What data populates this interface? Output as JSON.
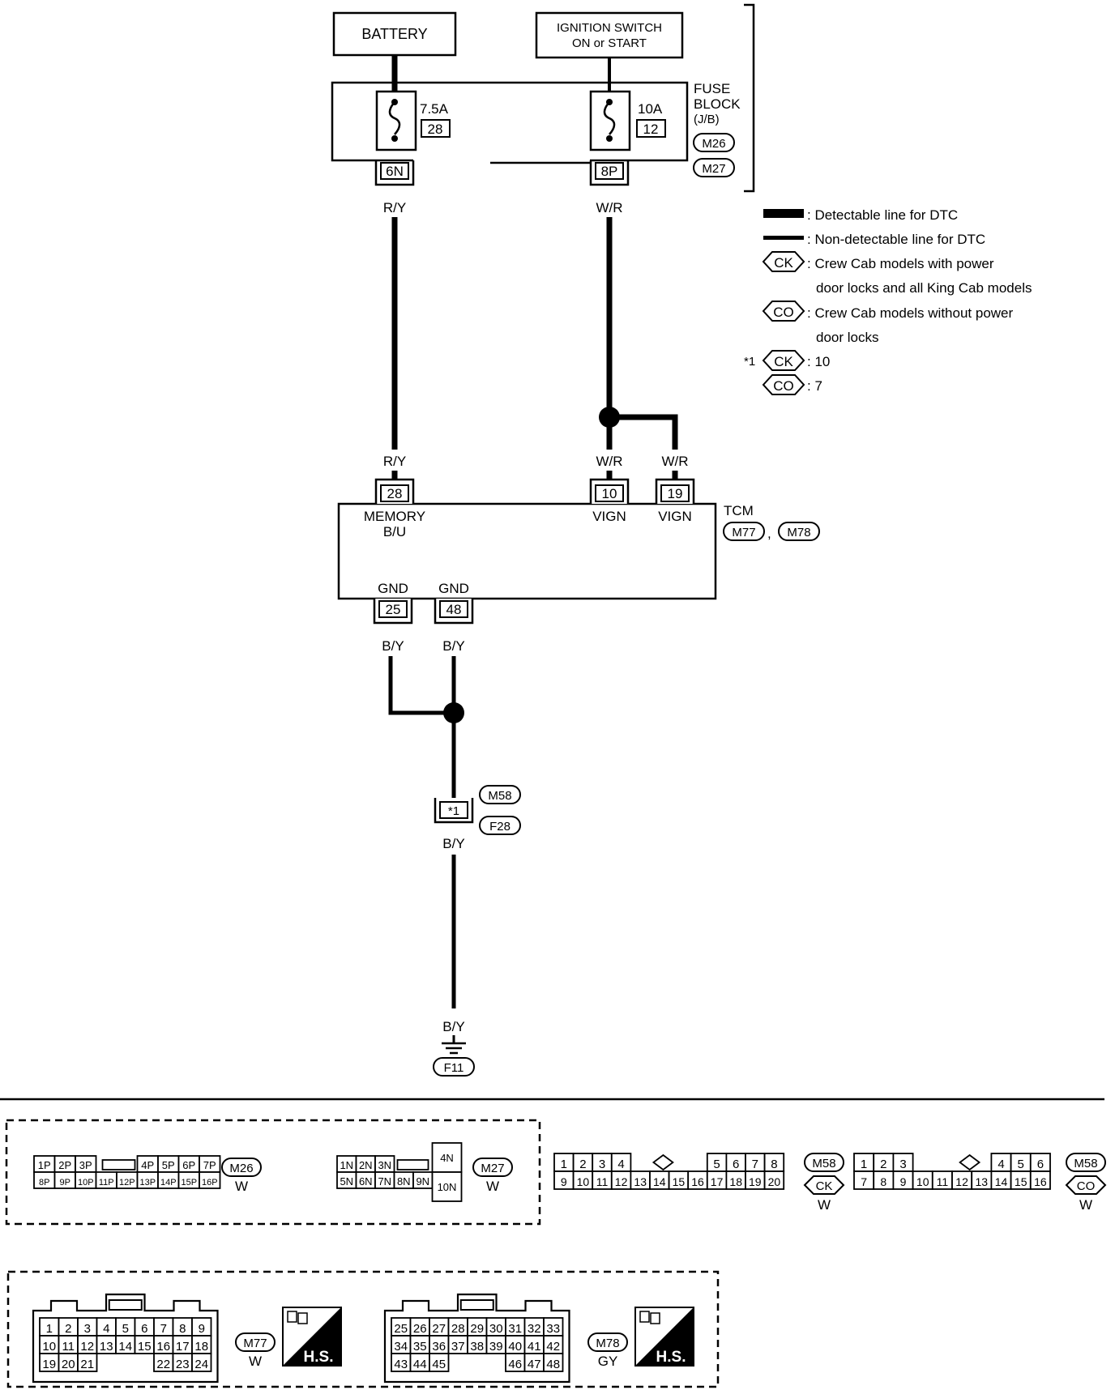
{
  "sources": {
    "battery": "BATTERY",
    "ignition_line1": "IGNITION SWITCH",
    "ignition_line2": "ON or START"
  },
  "fuse_block": {
    "label_line1": "FUSE",
    "label_line2": "BLOCK",
    "label_line3": "(J/B)",
    "connectors": [
      "M26",
      "M27"
    ],
    "fuse_left_rating": "7.5A",
    "fuse_left_number": "28",
    "fuse_right_rating": "10A",
    "fuse_right_number": "12",
    "terminal_left": "6N",
    "terminal_right": "8P"
  },
  "wires": {
    "ry_top": "R/Y",
    "wr_top": "W/R",
    "ry_bottom": "R/Y",
    "wr_left": "W/R",
    "wr_right": "W/R",
    "by_left": "B/Y",
    "by_right": "B/Y",
    "by_mid": "B/Y",
    "by_ground": "B/Y"
  },
  "legend": {
    "detectable": ": Detectable line for DTC",
    "non_detectable": ": Non-detectable line for DTC",
    "ck_code": "CK",
    "ck_desc_line1": ": Crew Cab models with power",
    "ck_desc_line2": "door locks and all King Cab models",
    "co_code": "CO",
    "co_desc_line1": ": Crew Cab models without power",
    "co_desc_line2": "door locks",
    "note_marker": "*1",
    "note_ck_value": ": 10",
    "note_co_value": ": 7"
  },
  "tcm": {
    "label": "TCM",
    "connectors": [
      "M77",
      "M78"
    ],
    "separator": ",",
    "pin_memory": "28",
    "pin_memory_label1": "MEMORY",
    "pin_memory_label2": "B/U",
    "pin_vign1": "10",
    "pin_vign1_label": "VIGN",
    "pin_vign2": "19",
    "pin_vign2_label": "VIGN",
    "pin_gnd1": "25",
    "pin_gnd1_label": "GND",
    "pin_gnd2": "48",
    "pin_gnd2_label": "GND"
  },
  "joint": {
    "pin": "*1",
    "connectors": [
      "M58",
      "F28"
    ]
  },
  "ground": {
    "connector": "F11"
  },
  "connector_views": {
    "m26": {
      "id": "M26",
      "color": "W",
      "row1a": [
        "1P",
        "2P",
        "3P"
      ],
      "row1b": [
        "4P",
        "5P",
        "6P",
        "7P"
      ],
      "row2": [
        "8P",
        "9P",
        "10P",
        "11P",
        "12P",
        "13P",
        "14P",
        "15P",
        "16P"
      ]
    },
    "m27": {
      "id": "M27",
      "color": "W",
      "row1": [
        "1N",
        "2N",
        "3N"
      ],
      "row2": [
        "5N",
        "6N",
        "7N",
        "8N",
        "9N"
      ],
      "side_top": "4N",
      "side_bottom": "10N"
    },
    "m58_ck": {
      "id": "M58",
      "variant": "CK",
      "color": "W",
      "row1a": [
        "1",
        "2",
        "3",
        "4"
      ],
      "row1b": [
        "5",
        "6",
        "7",
        "8"
      ],
      "row2": [
        "9",
        "10",
        "11",
        "12",
        "13",
        "14",
        "15",
        "16",
        "17",
        "18",
        "19",
        "20"
      ]
    },
    "m58_co": {
      "id": "M58",
      "variant": "CO",
      "color": "W",
      "row1a": [
        "1",
        "2",
        "3"
      ],
      "row1b": [
        "4",
        "5",
        "6"
      ],
      "row2": [
        "7",
        "8",
        "9",
        "10",
        "11",
        "12",
        "13",
        "14",
        "15",
        "16"
      ]
    },
    "m77": {
      "id": "M77",
      "color": "W",
      "row1": [
        "1",
        "2",
        "3",
        "4",
        "5",
        "6",
        "7",
        "8",
        "9"
      ],
      "row2": [
        "10",
        "11",
        "12",
        "13",
        "14",
        "15",
        "16",
        "17",
        "18"
      ],
      "row3a": [
        "19",
        "20",
        "21"
      ],
      "row3b": [
        "22",
        "23",
        "24"
      ],
      "hs": "H.S."
    },
    "m78": {
      "id": "M78",
      "color": "GY",
      "row1": [
        "25",
        "26",
        "27",
        "28",
        "29",
        "30",
        "31",
        "32",
        "33"
      ],
      "row2": [
        "34",
        "35",
        "36",
        "37",
        "38",
        "39",
        "40",
        "41",
        "42"
      ],
      "row3a": [
        "43",
        "44",
        "45"
      ],
      "row3b": [
        "46",
        "47",
        "48"
      ],
      "hs": "H.S."
    }
  }
}
